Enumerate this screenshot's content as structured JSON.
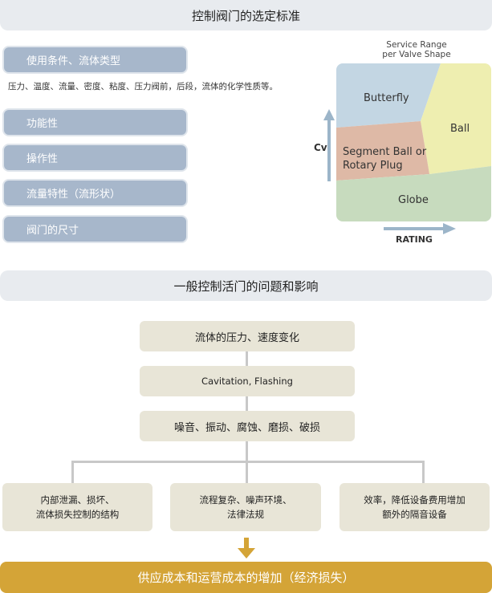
{
  "criteria": {
    "title": "控制阀门的选定标准",
    "items": [
      {
        "label": "使用条件、流体类型"
      },
      {
        "label": "功能性"
      },
      {
        "label": "操作性"
      },
      {
        "label": "流量特性（流形状）"
      },
      {
        "label": "阀门的尺寸"
      }
    ],
    "note": "压力、温度、流量、密度、粘度、压力阀前，后段，流体的化学性质等。"
  },
  "chart": {
    "title_line1": "Service Range",
    "title_line2": "per Valve Shape",
    "y_label": "Cv",
    "x_label": "RATING",
    "regions": {
      "butterfly": "Butterfly",
      "ball": "Ball",
      "segment_line1": "Segment Ball or",
      "segment_line2": "Rotary Plug",
      "globe": "Globe"
    },
    "colors": {
      "butterfly": "#c3d6e3",
      "ball": "#eeeeb0",
      "segment": "#deb9a6",
      "globe": "#c7dbbe",
      "arrow": "#9cb5c9"
    }
  },
  "problems": {
    "title": "一般控制活门的问题和影响",
    "causes": [
      {
        "label": "流体的压力、速度变化"
      },
      {
        "label": "Cavitation, Flashing"
      },
      {
        "label": "噪音、振动、腐蚀、磨损、破损"
      }
    ],
    "effects": [
      {
        "line1": "内部泄漏、损坏、",
        "line2": "流体损失控制的结构"
      },
      {
        "line1": "流程复杂、噪声环境、",
        "line2": "法律法规"
      },
      {
        "line1": "效率，降低设备费用增加",
        "line2": "额外的隔音设备"
      }
    ],
    "result": "供应成本和运营成本的增加（经济损失）"
  }
}
